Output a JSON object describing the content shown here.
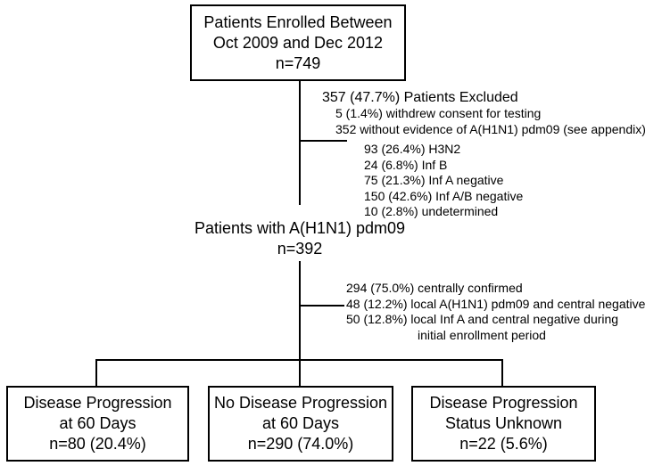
{
  "figure": {
    "enrolled_box": {
      "line1": "Patients Enrolled Between",
      "line2": "Oct 2009 and Dec 2012",
      "line3": "n=749"
    },
    "exclusion_note": {
      "title": "357 (47.7%) Patients Excluded",
      "level1": [
        "5 (1.4%) withdrew consent for testing",
        "352 without evidence of A(H1N1) pdm09 (see appendix)"
      ],
      "level2": [
        "93 (26.4%) H3N2",
        "24 (6.8%) Inf B",
        "75 (21.3%) Inf A negative",
        "150 (42.6%) Inf A/B negative",
        "10 (2.8%) undetermined"
      ]
    },
    "h1n1_node": {
      "line1": "Patients with A(H1N1) pdm09",
      "line2": "n=392"
    },
    "confirmation_note": {
      "lines": [
        "294 (75.0%) centrally confirmed",
        "48 (12.2%) local A(H1N1) pdm09 and central negative",
        "50 (12.8%) local Inf A and central negative during"
      ],
      "continuation": "initial enrollment period"
    },
    "outcome_boxes": [
      {
        "line1": "Disease Progression",
        "line2": "at 60 Days",
        "line3": "n=80 (20.4%)"
      },
      {
        "line1": "No Disease Progression",
        "line2": "at 60 Days",
        "line3": "n=290 (74.0%)"
      },
      {
        "line1": "Disease Progression",
        "line2": "Status Unknown",
        "line3": "n=22 (5.6%)"
      }
    ],
    "colors": {
      "line": "#000000",
      "background": "#ffffff",
      "text": "#000000"
    }
  }
}
